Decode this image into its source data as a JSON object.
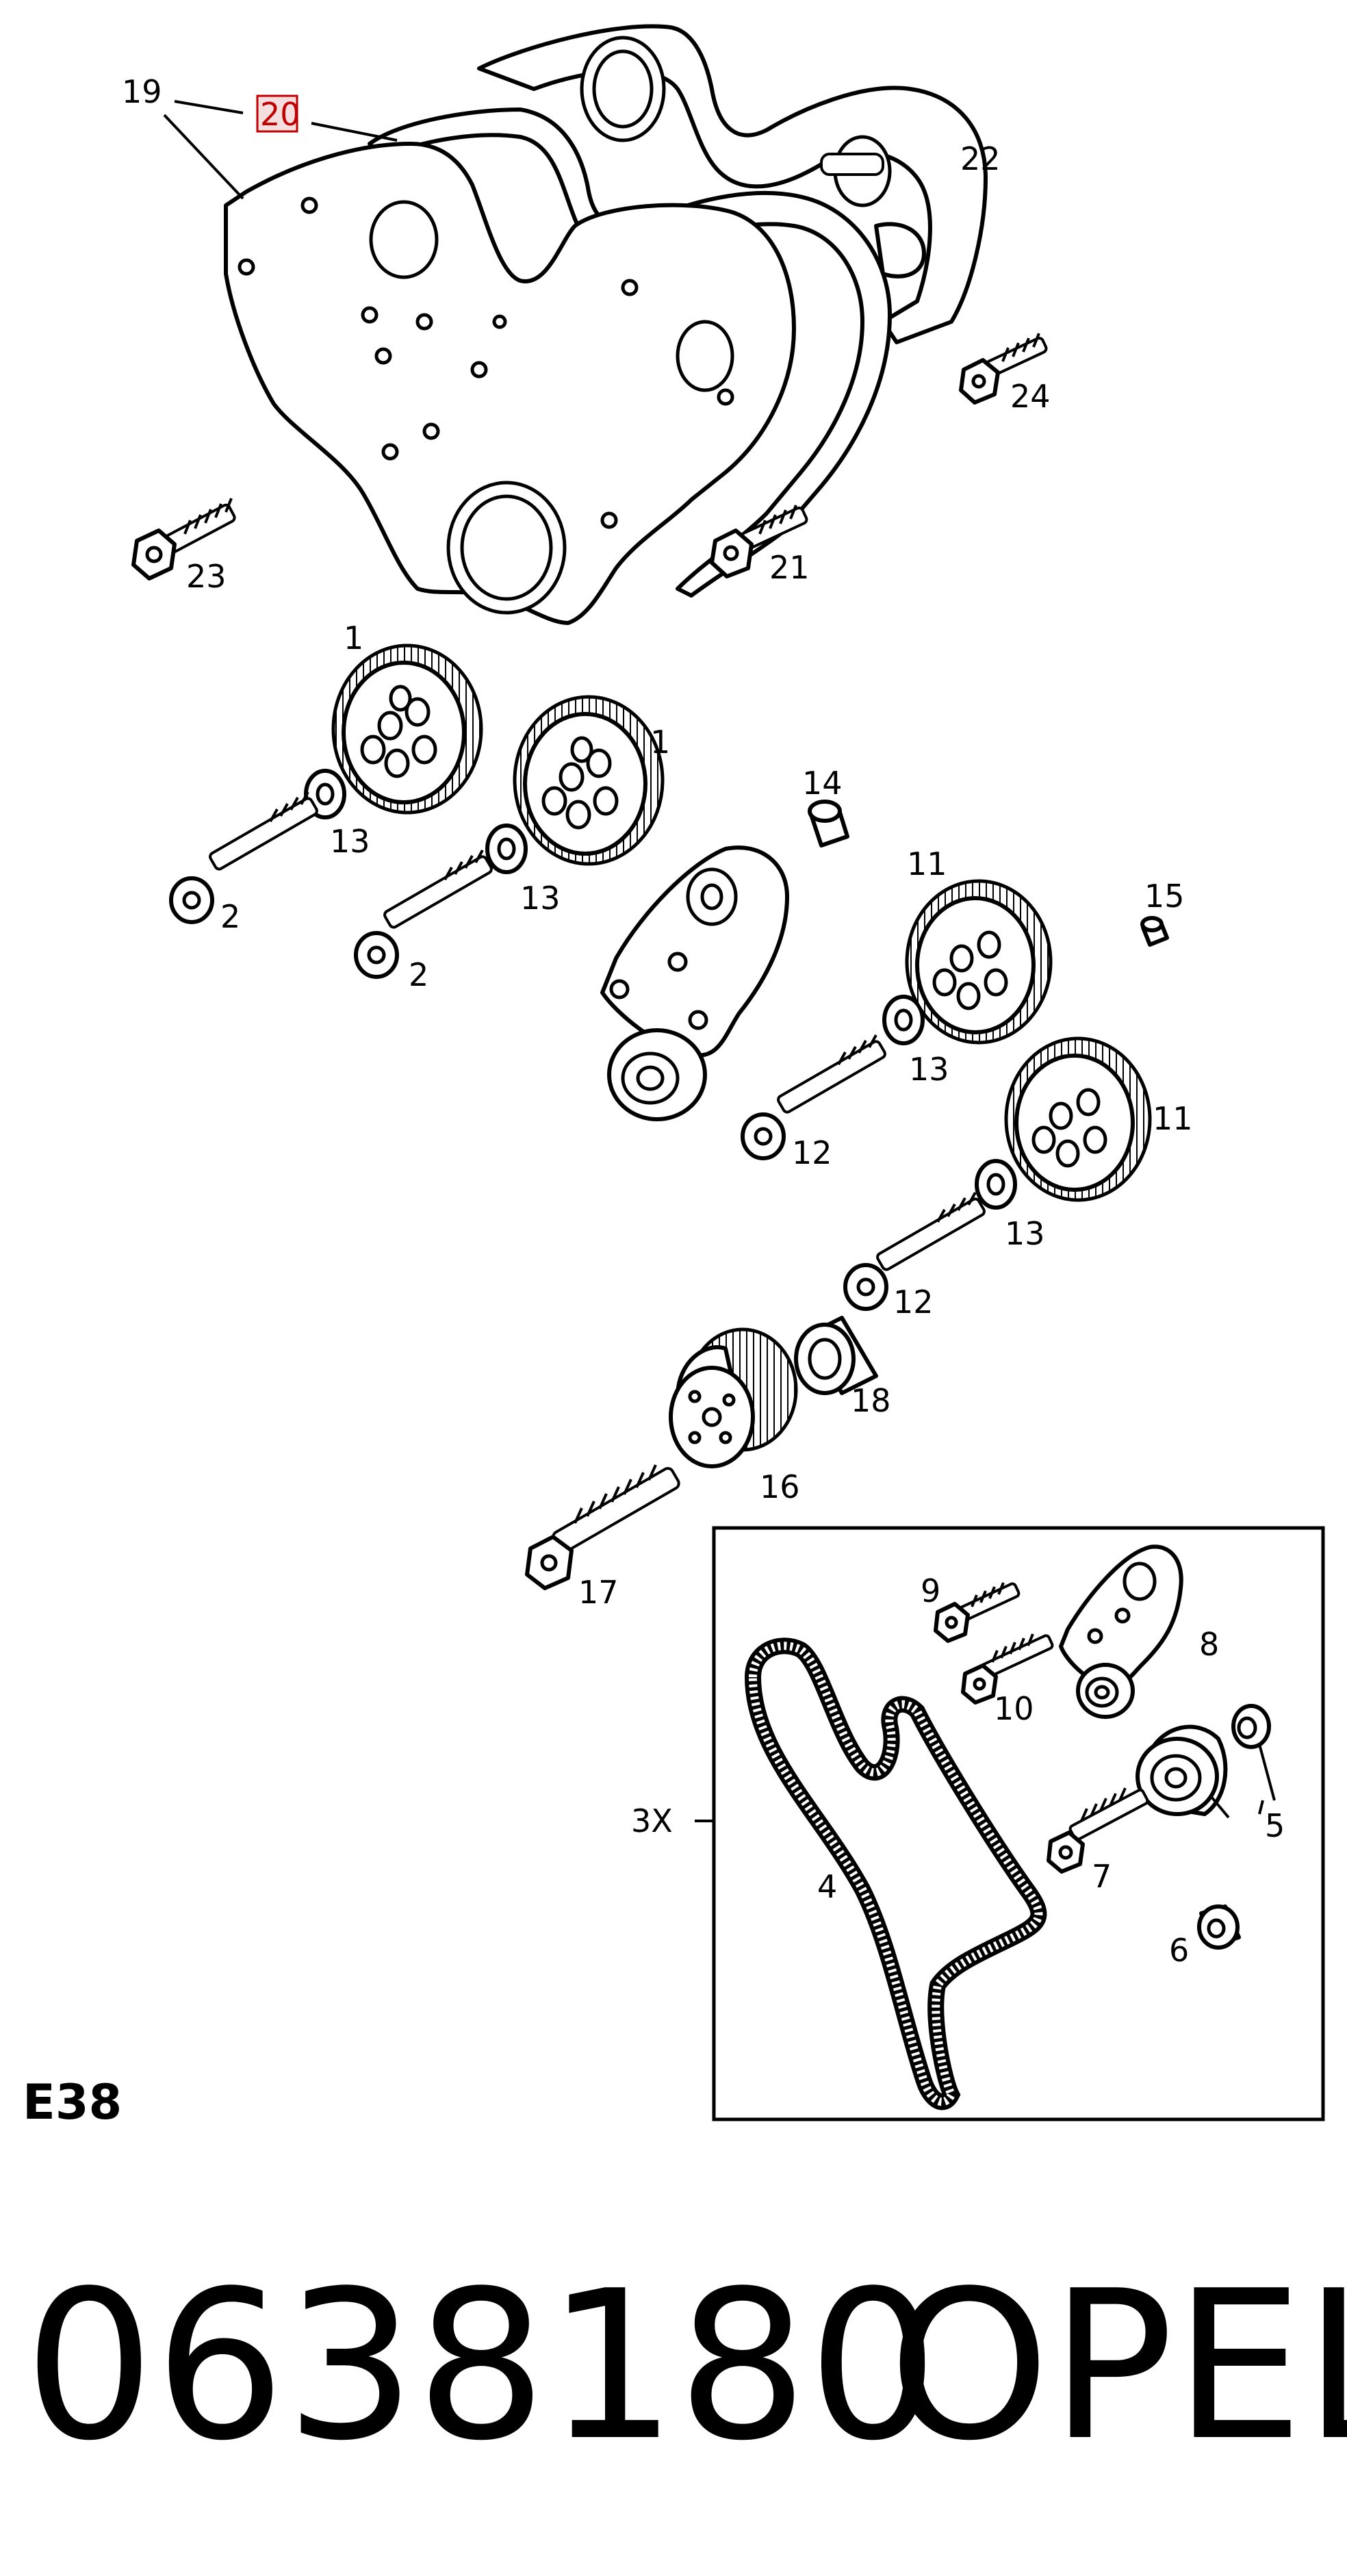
{
  "labels": [
    {
      "id": "p19",
      "text": "19"
    },
    {
      "id": "p20",
      "text": "20",
      "highlighted": true
    },
    {
      "id": "p22",
      "text": "22"
    },
    {
      "id": "p24",
      "text": "24"
    },
    {
      "id": "p23",
      "text": "23"
    },
    {
      "id": "p21",
      "text": "21"
    },
    {
      "id": "p1a",
      "text": "1"
    },
    {
      "id": "p1b",
      "text": "1"
    },
    {
      "id": "p13a",
      "text": "13"
    },
    {
      "id": "p13b",
      "text": "13"
    },
    {
      "id": "p2a",
      "text": "2"
    },
    {
      "id": "p2b",
      "text": "2"
    },
    {
      "id": "p14",
      "text": "14"
    },
    {
      "id": "p11a",
      "text": "11"
    },
    {
      "id": "p15",
      "text": "15"
    },
    {
      "id": "p13c",
      "text": "13"
    },
    {
      "id": "p12a",
      "text": "12"
    },
    {
      "id": "p11b",
      "text": "11"
    },
    {
      "id": "p13d",
      "text": "13"
    },
    {
      "id": "p12b",
      "text": "12"
    },
    {
      "id": "p18",
      "text": "18"
    },
    {
      "id": "p16",
      "text": "16"
    },
    {
      "id": "p17",
      "text": "17"
    },
    {
      "id": "p9",
      "text": "9"
    },
    {
      "id": "p8",
      "text": "8"
    },
    {
      "id": "p10",
      "text": "10"
    },
    {
      "id": "p3x",
      "text": "3X"
    },
    {
      "id": "p5",
      "text": "5"
    },
    {
      "id": "p4",
      "text": "4"
    },
    {
      "id": "p7",
      "text": "7"
    },
    {
      "id": "p6",
      "text": "6"
    }
  ],
  "section_code": "E38",
  "part_number": "0638180",
  "brand": "OPEL",
  "colors": {
    "highlight": "#c00000",
    "highlight_fill": "#f4dede",
    "line": "#000000"
  }
}
